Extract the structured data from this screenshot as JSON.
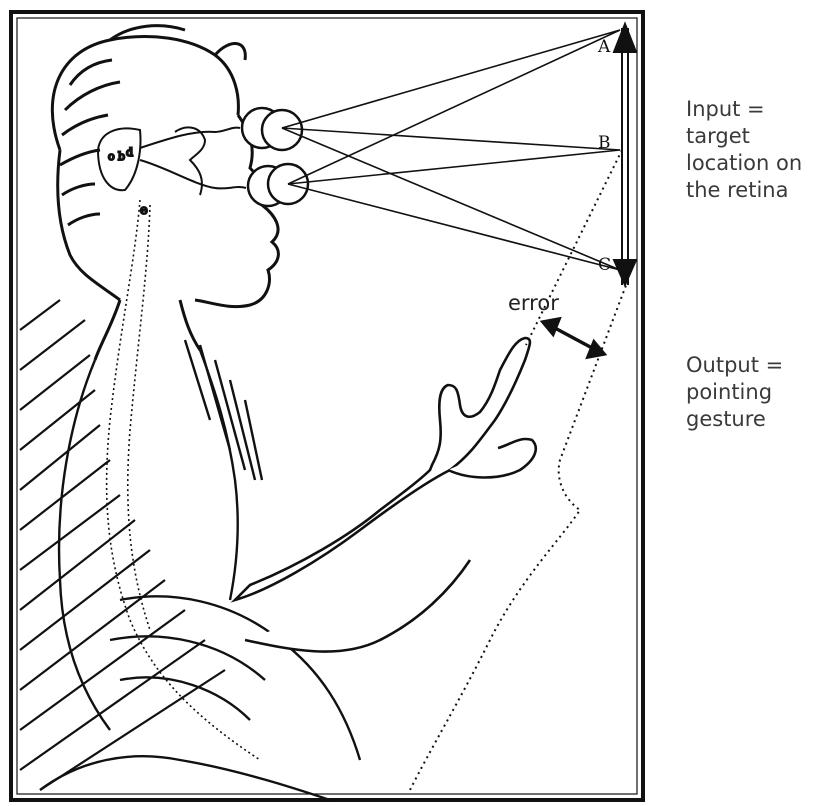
{
  "figure": {
    "points": {
      "a": "A",
      "b": "B",
      "c": "C"
    },
    "error_label": "error",
    "input_note": "Input =\ntarget\nlocation on\nthe retina",
    "output_note": "Output =\npointing\ngesture",
    "ink_color": "#111111",
    "text_color": "#3a3a3a"
  }
}
